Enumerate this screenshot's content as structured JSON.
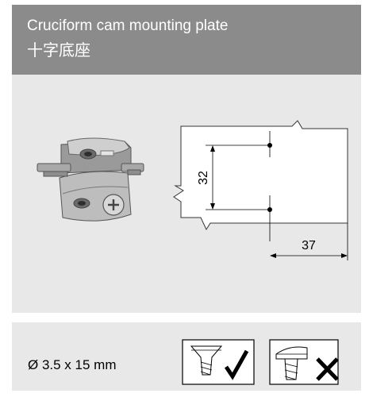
{
  "header": {
    "title_en": "Cruciform cam mounting plate",
    "title_zh": "十字底座"
  },
  "drawing": {
    "dim_vertical": "32",
    "dim_horizontal": "37"
  },
  "footer": {
    "screw_spec": "Ø 3.5 x 15 mm",
    "screw_ok": "countersunk-screw-check-icon",
    "screw_not_ok": "panhead-screw-cross-icon"
  }
}
